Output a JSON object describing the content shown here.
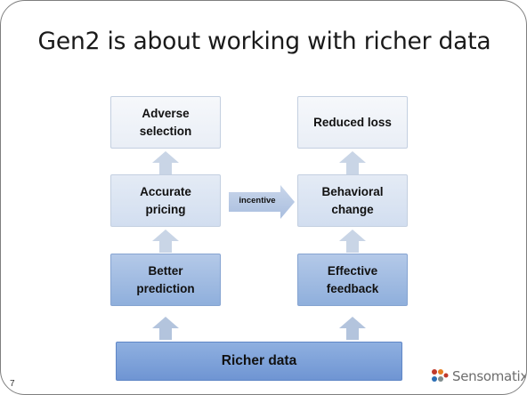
{
  "slide": {
    "title": "Gen2 is about working with richer data",
    "number": "7"
  },
  "diagram": {
    "left_column": {
      "top": "Adverse\nselection",
      "middle": "Accurate\npricing",
      "bottom": "Better\nprediction"
    },
    "right_column": {
      "top": "Reduced loss",
      "middle": "Behavioral\nchange",
      "bottom": "Effective\nfeedback"
    },
    "connector_label": "incentive",
    "base": "Richer data"
  },
  "logo": {
    "text": "Sensomatix",
    "colors": [
      "#c0392b",
      "#e67e22",
      "#2c6fb5",
      "#7f8c8d"
    ]
  }
}
